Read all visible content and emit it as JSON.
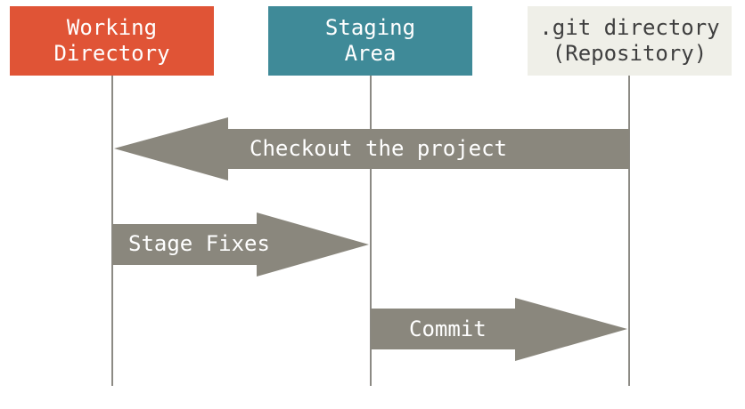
{
  "colors": {
    "working_box": "#e05436",
    "staging_box": "#3f8a98",
    "repo_box": "#efefe8",
    "arrow": "#8a877d",
    "lifeline": "#8c8a84",
    "light_text": "#ffffff",
    "dark_text": "#3f3f3f"
  },
  "boxes": {
    "working": "Working\nDirectory",
    "staging": "Staging\nArea",
    "repository": ".git directory\n(Repository)"
  },
  "arrows": {
    "checkout": "Checkout the project",
    "stage": "Stage Fixes",
    "commit": "Commit"
  }
}
